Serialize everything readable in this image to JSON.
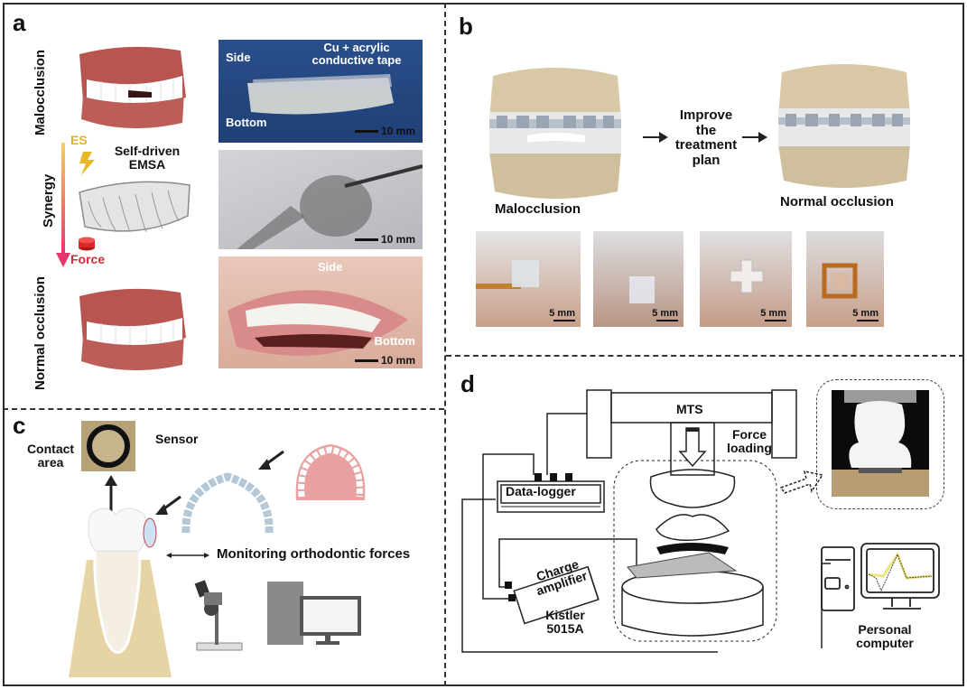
{
  "panels": {
    "a": {
      "label": "a",
      "top_state": "Malocclusion",
      "bottom_state": "Normal occlusion",
      "synergy": "Synergy",
      "es": "ES",
      "force": "Force",
      "device": "Self-driven EMSA",
      "photo1": {
        "side": "Side",
        "bottom": "Bottom",
        "material": "Cu + acrylic conductive tape",
        "scale": "10 mm"
      },
      "photo2": {
        "scale": "10 mm"
      },
      "photo3": {
        "side": "Side",
        "bottom": "Bottom",
        "scale": "10 mm"
      },
      "colors": {
        "es": "#e0b030",
        "force": "#d8283c"
      }
    },
    "b": {
      "label": "b",
      "left_state": "Malocclusion",
      "middle_text": "Improve the treatment plan",
      "right_state": "Normal occlusion",
      "photos": [
        {
          "scale": "5 mm"
        },
        {
          "scale": "5 mm"
        },
        {
          "scale": "5 mm"
        },
        {
          "scale": "5 mm"
        }
      ]
    },
    "c": {
      "label": "c",
      "contact_area": "Contact area",
      "sensor": "Sensor",
      "monitoring": "Monitoring orthodontic forces"
    },
    "d": {
      "label": "d",
      "mts": "MTS",
      "force_loading": "Force loading",
      "data_logger": "Data-logger",
      "charge_amplifier": "Charge amplifier",
      "kistler": "Kistler 5015A",
      "personal_computer": "Personal computer"
    }
  }
}
